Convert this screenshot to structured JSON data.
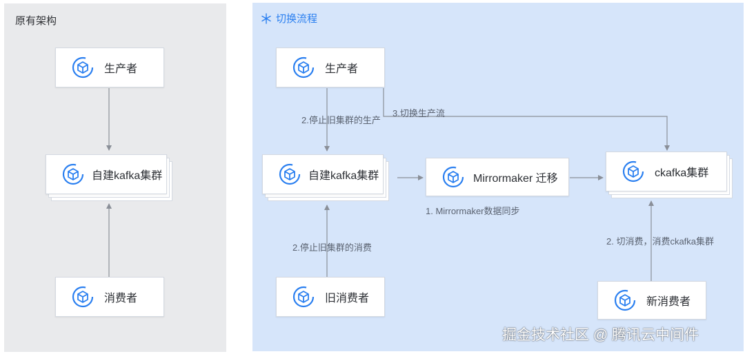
{
  "left": {
    "title": "原有架构",
    "producer": "生产者",
    "cluster": "自建kafka集群",
    "consumer": "消费者"
  },
  "right": {
    "title": "切换流程",
    "producer": "生产者",
    "cluster": "自建kafka集群",
    "mirror": "Mirrormaker 迁移",
    "ckafka": "ckafka集群",
    "old_consumer": "旧消费者",
    "new_consumer": "新消费者",
    "notes": {
      "stop_producer": "2.停止旧集群的生产",
      "switch_producer": "3.切换生产流",
      "mirror_sync": "1. Mirrormaker数据同步",
      "stop_consumer": "2.停止旧集群的消费",
      "switch_consumer": "2. 切消费，消费ckafka集群"
    }
  },
  "watermark": "掘金技术社区 @ 腾讯云中间件",
  "colors": {
    "left_bg": "#e9eaec",
    "right_bg": "#d6e5fa",
    "accent": "#2a7ff0",
    "arrow": "#8a8f98"
  },
  "icons": {
    "node": "cube-ring-icon",
    "title": "snowflake-icon"
  }
}
